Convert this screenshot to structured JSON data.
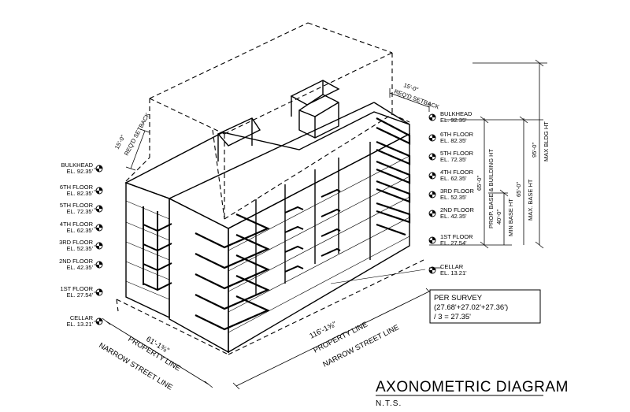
{
  "title": "AXONOMETRIC DIAGRAM",
  "subtitle": "N.T.S.",
  "left_levels": [
    {
      "name": "BULKHEAD",
      "el": "EL. 92.35'"
    },
    {
      "name": "6TH FLOOR",
      "el": "EL. 82.35'"
    },
    {
      "name": "5TH FLOOR",
      "el": "EL. 72.35'"
    },
    {
      "name": "4TH FLOOR",
      "el": "EL. 62.35'"
    },
    {
      "name": "3RD FLOOR",
      "el": "EL. 52.35'"
    },
    {
      "name": "2ND FLOOR",
      "el": "EL. 42.35'"
    },
    {
      "name": "1ST FLOOR",
      "el": "EL. 27.54'"
    },
    {
      "name": "CELLAR",
      "el": "EL. 13.21'"
    }
  ],
  "right_levels": [
    {
      "name": "BULKHEAD",
      "el": "EL. 92.35'"
    },
    {
      "name": "6TH FLOOR",
      "el": "EL. 82.35'"
    },
    {
      "name": "5TH FLOOR",
      "el": "EL. 72.35'"
    },
    {
      "name": "4TH FLOOR",
      "el": "EL. 62.35'"
    },
    {
      "name": "3RD FLOOR",
      "el": "EL. 52.35'"
    },
    {
      "name": "2ND FLOOR",
      "el": "EL. 42.35'"
    },
    {
      "name": "1ST FLOOR",
      "el": "EL. 27.54'"
    },
    {
      "name": "CELLAR",
      "el": "EL. 13.21'"
    }
  ],
  "setback_left": {
    "dim": "15'-0\"",
    "label": "REQ'D SETBACK"
  },
  "setback_right": {
    "dim": "15'-0\"",
    "label": "REQ'D SETBACK"
  },
  "dimensions": {
    "prop_base": {
      "value": "65'-0\"",
      "label": "PROP. BASE & BUILDING HT"
    },
    "min_base": {
      "value": "40'-0\"",
      "label": "MIN BASE HT"
    },
    "max_base": {
      "value": "65'-0\"",
      "label": "MAX. BASE HT"
    },
    "max_bldg": {
      "value": "95'-0\"",
      "label": "MAX BLDG HT"
    }
  },
  "property_left": {
    "dim": "61'-1⅜\"",
    "line": "PROPERTY LINE",
    "street": "NARROW STREET LINE"
  },
  "property_right": {
    "dim": "116'-1⅝\"",
    "line": "PROPERTY LINE",
    "street": "NARROW STREET LINE"
  },
  "survey_note": {
    "line1": "PER SURVEY",
    "line2": "(27.68'+27.02'+27.36')",
    "line3": "/ 3 = 27.35'"
  }
}
